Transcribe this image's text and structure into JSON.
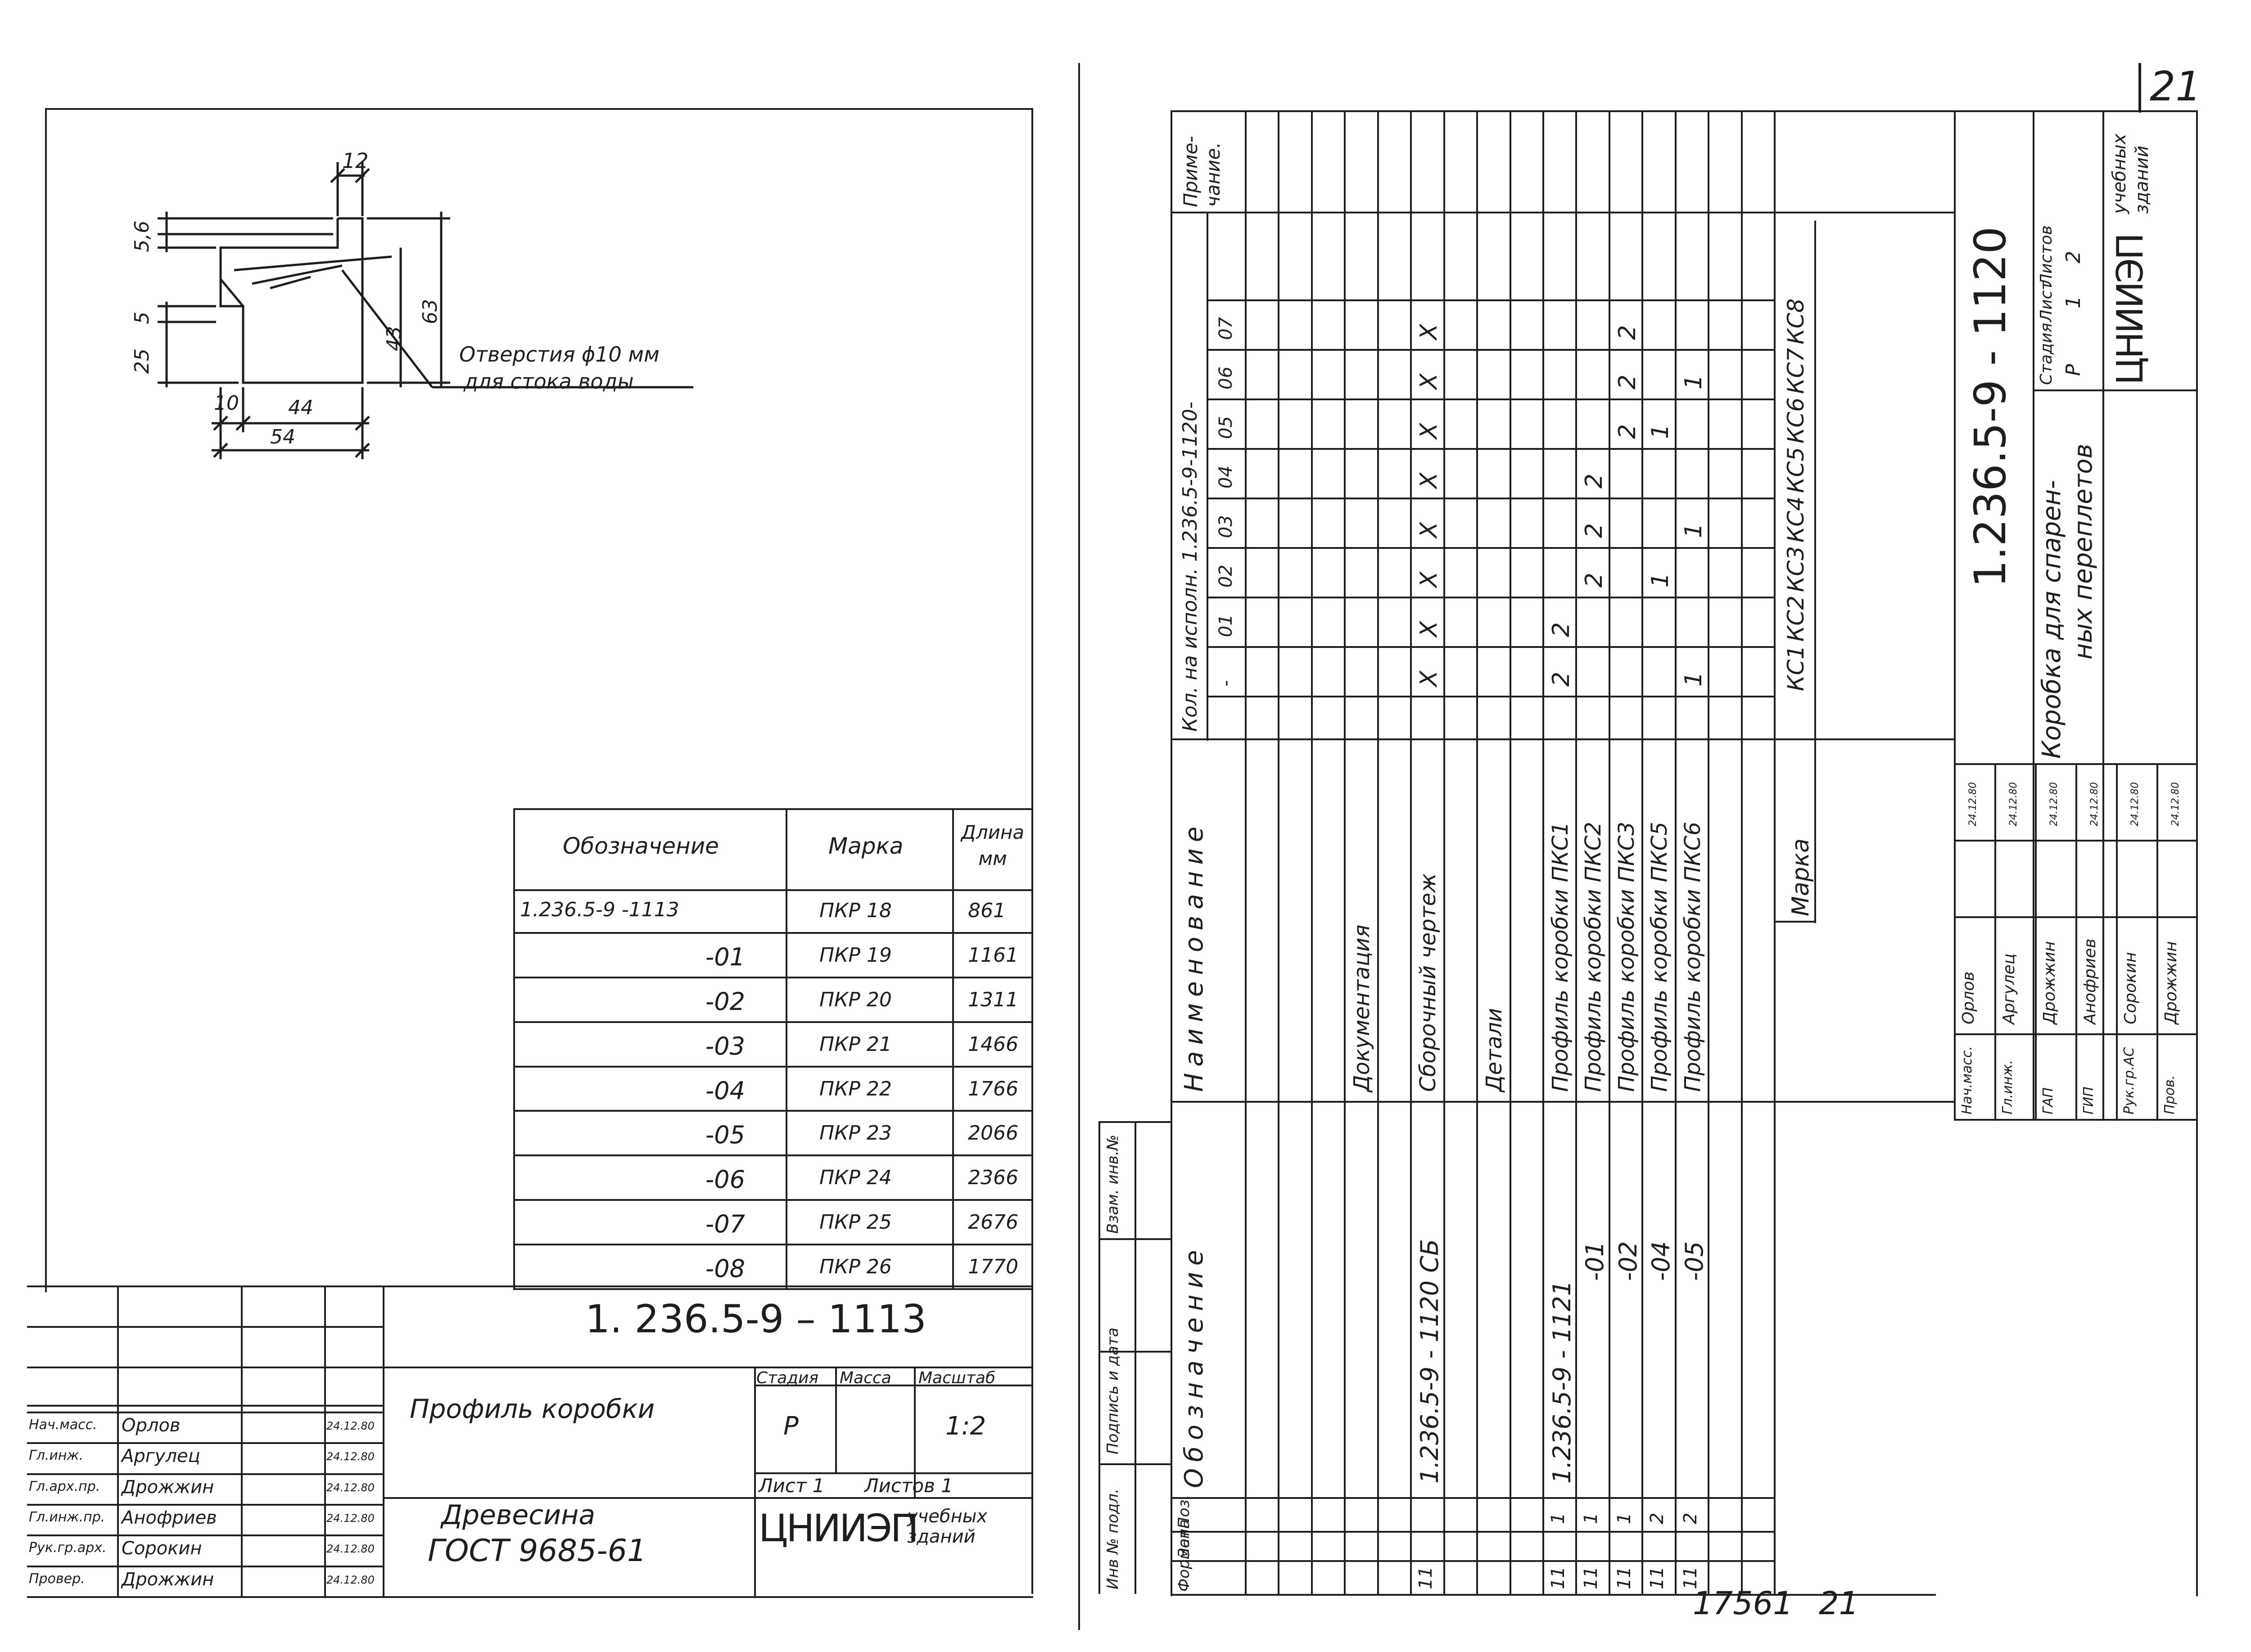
{
  "sheet_number": "21",
  "inventory_number": "17561",
  "inventory_sheet": "21",
  "left_sheet": {
    "drawing": {
      "dims": {
        "d12": "12",
        "d5_6": "5,6",
        "d5": "5",
        "d25": "25",
        "d63": "63",
        "d43": "43",
        "d10": "10",
        "d44": "44",
        "d54": "54"
      },
      "note_line1": "Отверстия ϕ10 мм",
      "note_line2": "для стока воды"
    },
    "table": {
      "headers": {
        "designation": "Обозначение",
        "mark": "Марка",
        "length": "Длина мм"
      },
      "rows": [
        {
          "designation": "1.236.5-9 -1113",
          "mark": "ПКР 18",
          "length": "861"
        },
        {
          "designation": "-01",
          "mark": "ПКР 19",
          "length": "1161"
        },
        {
          "designation": "-02",
          "mark": "ПКР 20",
          "length": "1311"
        },
        {
          "designation": "-03",
          "mark": "ПКР 21",
          "length": "1466"
        },
        {
          "designation": "-04",
          "mark": "ПКР 22",
          "length": "1766"
        },
        {
          "designation": "-05",
          "mark": "ПКР 23",
          "length": "2066"
        },
        {
          "designation": "-06",
          "mark": "ПКР 24",
          "length": "2366"
        },
        {
          "designation": "-07",
          "mark": "ПКР 25",
          "length": "2676"
        },
        {
          "designation": "-08",
          "mark": "ПКР 26",
          "length": "1770"
        }
      ]
    },
    "title_block": {
      "doc_number": "1. 236.5-9 – 1113",
      "title": "Профиль коробки",
      "material_line1": "Древесина",
      "material_line2": "ГОСТ 9685-61",
      "stage_label": "Стадия",
      "mass_label": "Масса",
      "scale_label": "Масштаб",
      "stage": "Р",
      "scale": "1:2",
      "sheet_label": "Лист 1",
      "sheets_label": "Листов 1",
      "org": "ЦНИИЭП",
      "org_sub1": "учебных",
      "org_sub2": "зданий",
      "people": [
        {
          "role": "Нач.масс.",
          "name": "Орлов",
          "date": "24.12.80"
        },
        {
          "role": "Гл.инж.",
          "name": "Аргулец",
          "date": "24.12.80"
        },
        {
          "role": "Гл.арх.пр.",
          "name": "Дрожжин",
          "date": "24.12.80"
        },
        {
          "role": "Гл.инж.пр.",
          "name": "Анофриев",
          "date": "24.12.80"
        },
        {
          "role": "Рук.гр.арх.",
          "name": "Сорокин",
          "date": "24.12.80"
        },
        {
          "role": "Провер.",
          "name": "Дрожжин",
          "date": "24.12.80"
        }
      ]
    }
  },
  "right_sheet": {
    "spec": {
      "col_format": "Формат",
      "col_zone": "Зона",
      "col_pos": "Поз.",
      "col_designation": "Обозначение",
      "col_name": "Наименование",
      "col_qty_header": "Кол. на исполн. 1.236.5-9-1120-",
      "col_note": "Приме- чание.",
      "variants": [
        "-",
        "01",
        "02",
        "03",
        "04",
        "05",
        "06",
        "07"
      ],
      "marks_label": "Марка",
      "marks": [
        "КС1",
        "КС2",
        "КС3",
        "КС4",
        "КС5",
        "КС6",
        "КС7",
        "КС8"
      ],
      "rows": [
        {
          "format": "",
          "pos": "",
          "designation": "",
          "name": "Документация",
          "qty": [
            "",
            "",
            "",
            "",
            "",
            "",
            "",
            ""
          ]
        },
        {
          "format": "11",
          "pos": "",
          "designation": "1.236.5-9 - 1120 СБ",
          "name": "Сборочный чертеж",
          "qty": [
            "X",
            "X",
            "X",
            "X",
            "X",
            "X",
            "X",
            "X"
          ]
        },
        {
          "format": "",
          "pos": "",
          "designation": "",
          "name": "Детали",
          "qty": [
            "",
            "",
            "",
            "",
            "",
            "",
            "",
            ""
          ]
        },
        {
          "format": "11",
          "pos": "1",
          "designation": "1.236.5-9 - 1121",
          "name": "Профиль коробки ПКС1",
          "qty": [
            "2",
            "2",
            "",
            "",
            "",
            "",
            "",
            ""
          ]
        },
        {
          "format": "11",
          "pos": "1",
          "designation": "-01",
          "name": "Профиль коробки ПКС2",
          "qty": [
            "",
            "",
            "2",
            "2",
            "2",
            "",
            "",
            ""
          ]
        },
        {
          "format": "11",
          "pos": "1",
          "designation": "-02",
          "name": "Профиль коробки ПКС3",
          "qty": [
            "",
            "",
            "",
            "",
            "",
            "2",
            "2",
            "2"
          ]
        },
        {
          "format": "11",
          "pos": "2",
          "designation": "-04",
          "name": "Профиль коробки ПКС5",
          "qty": [
            "",
            "",
            "1",
            "",
            "",
            "1",
            "",
            ""
          ]
        },
        {
          "format": "11",
          "pos": "2",
          "designation": "-05",
          "name": "Профиль коробки ПКС6",
          "qty": [
            "1",
            "",
            "",
            "1",
            "",
            "",
            "1",
            ""
          ]
        }
      ]
    },
    "title_block": {
      "doc_number": "1.236.5-9 - 1120",
      "title_line1": "Коробка для спарен-",
      "title_line2": "ных переплетов",
      "stage_label": "Стадия",
      "sheet_label": "Лист",
      "sheets_label": "Листов",
      "stage": "Р",
      "sheet": "1",
      "sheets": "2",
      "org": "ЦНИИЭП",
      "org_sub1": "учебных",
      "org_sub2": "зданий",
      "people": [
        {
          "role": "Нач.масс.",
          "name": "Орлов",
          "date": "24.12.80"
        },
        {
          "role": "Гл.инж.",
          "name": "Аргулец",
          "date": "24.12.80"
        },
        {
          "role": "ГАП",
          "name": "Дрожжин",
          "date": "24.12.80"
        },
        {
          "role": "ГИП",
          "name": "Анофриев",
          "date": "24.12.80"
        },
        {
          "role": "Рук.гр.АС",
          "name": "Сорокин",
          "date": "24.12.80"
        },
        {
          "role": "Пров.",
          "name": "Дрожжин",
          "date": "24.12.80"
        }
      ]
    },
    "left_stamp": {
      "inv_orig": "Инв № подл.",
      "sign_date": "Подпись и дата",
      "replace_inv": "Взам. инв.№"
    }
  }
}
